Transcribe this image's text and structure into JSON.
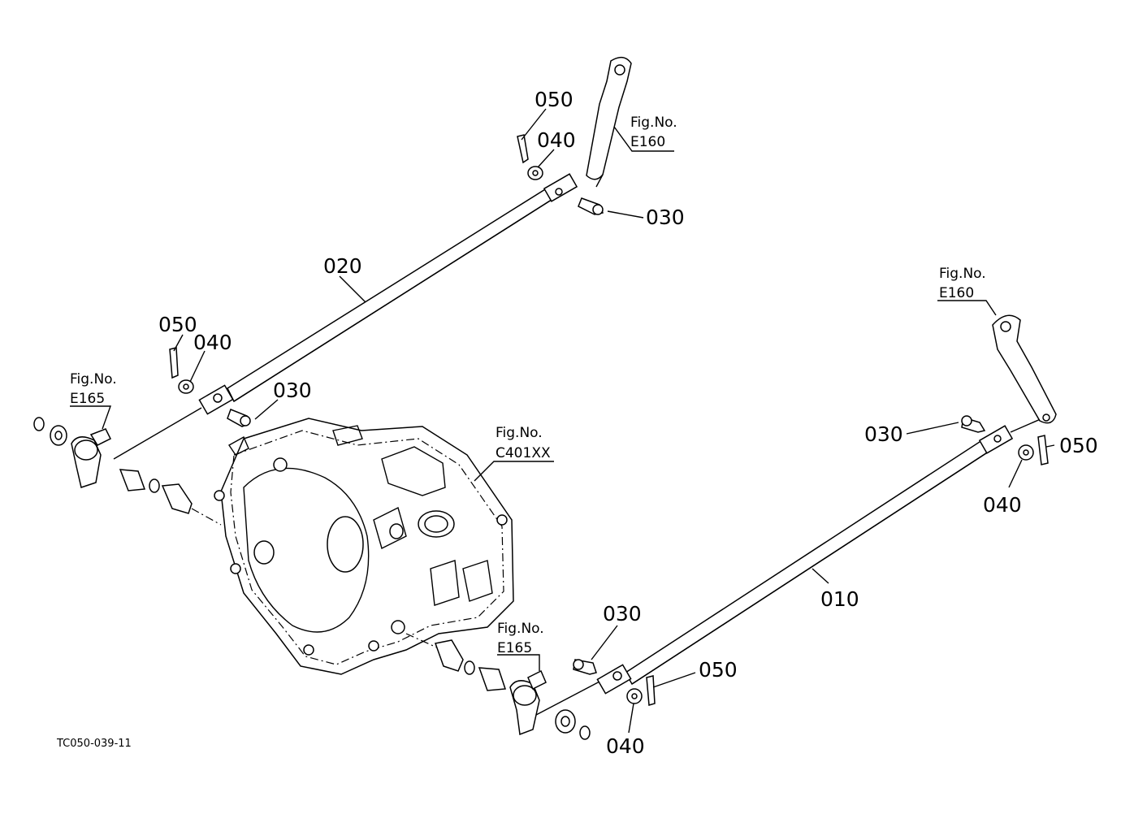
{
  "callouts": {
    "c050_top": "050",
    "c040_top": "040",
    "c030_top": "030",
    "c020": "020",
    "c050_left": "050",
    "c040_left": "040",
    "c030_mid": "030",
    "c030_right": "030",
    "c050_right": "050",
    "c040_right": "040",
    "c010": "010",
    "c030_bottom": "030",
    "c050_bottom": "050",
    "c040_bottom": "040"
  },
  "figure_refs": {
    "top_arm": {
      "label": "Fig.No.",
      "number": "E160"
    },
    "right_arm": {
      "label": "Fig.No.",
      "number": "E160"
    },
    "left_assembly": {
      "label": "Fig.No.",
      "number": "E165"
    },
    "housing": {
      "label": "Fig.No.",
      "number": "C401XX"
    },
    "bottom_assembly": {
      "label": "Fig.No.",
      "number": "E165"
    }
  },
  "drawing_code": "TC050-039-11"
}
